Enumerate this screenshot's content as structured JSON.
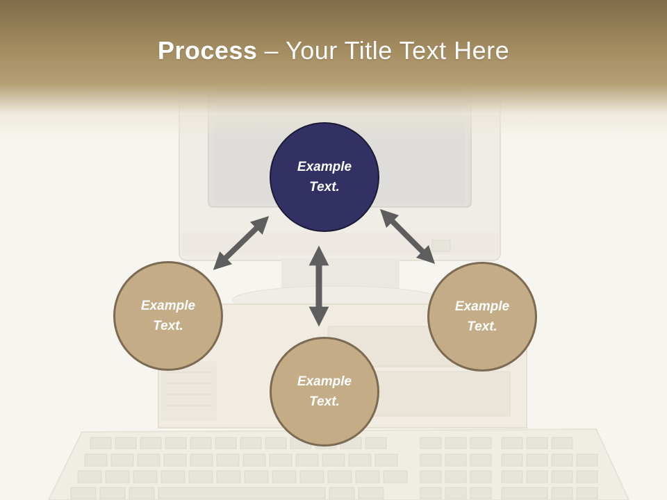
{
  "slide": {
    "title_bold": "Process",
    "title_dash": "–",
    "title_rest": "Your Title Text Here"
  },
  "circles": {
    "top": {
      "line1": "Example",
      "line2": "Text."
    },
    "left": {
      "line1": "Example",
      "line2": "Text."
    },
    "bottom": {
      "line1": "Example",
      "line2": "Text."
    },
    "right": {
      "line1": "Example",
      "line2": "Text."
    }
  },
  "colors": {
    "title_band": "#a48c61",
    "center_circle": "#333164",
    "outer_circle": "#c3ac86",
    "outer_circle_border": "#7c6b52",
    "arrow": "#5e5e5e"
  },
  "icons": {
    "arrows": "double-headed-arrow",
    "background": "desktop-computer-photo"
  }
}
